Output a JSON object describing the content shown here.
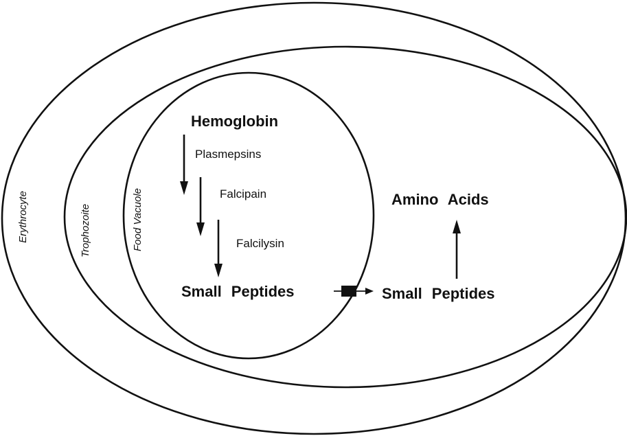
{
  "compartments": {
    "erythrocyte": "Erythrocyte",
    "trophozoite": "Trophozoite",
    "food_vacuole": "Food Vacuole"
  },
  "pathway": {
    "substrate": "Hemoglobin",
    "enzymes": [
      "Plasmepsins",
      "Falcipain",
      "Falcilysin"
    ],
    "vacuole_product": "Small Peptides",
    "cytosol_product": "Small Peptides",
    "final_product": "Amino Acids"
  }
}
